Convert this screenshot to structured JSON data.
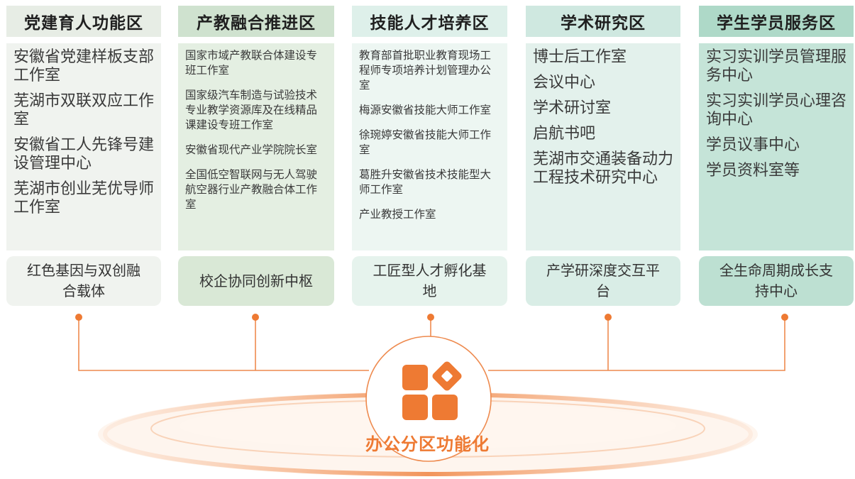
{
  "hub": {
    "title": "办公分区功能化",
    "accent": "#ee7a33"
  },
  "columns": [
    {
      "header": "党建育人功能区",
      "items": [
        "安徽省党建样板支部工作室",
        "芜湖市双联双应工作室",
        "安徽省工人先锋号建设管理中心",
        "芜湖市创业芜优导师工作室"
      ],
      "footer": "红色基因与双创融合载体"
    },
    {
      "header": "产教融合推进区",
      "items": [
        "国家市域产教联合体建设专班工作室",
        "国家级汽车制造与试验技术专业教学资源库及在线精品课建设专班工作室",
        "安徽省现代产业学院院长室",
        "全国低空智联网与无人驾驶航空器行业产教融合体工作室"
      ],
      "footer": "校企协同创新中枢"
    },
    {
      "header": "技能人才培养区",
      "items": [
        "教育部首批职业教育现场工程师专项培养计划管理办公室",
        "梅源安徽省技能大师工作室",
        "徐琬婷安徽省技能大师工作室",
        "葛胜升安徽省技术技能型大师工作室",
        "产业教授工作室"
      ],
      "footer": "工匠型人才孵化基地"
    },
    {
      "header": "学术研究区",
      "items": [
        "博士后工作室",
        "会议中心",
        "学术研讨室",
        "启航书吧",
        "芜湖市交通装备动力工程技术研究中心"
      ],
      "footer": "产学研深度交互平台"
    },
    {
      "header": "学生学员服务区",
      "items": [
        "实习实训学员管理服务中心",
        "实习实训学员心理咨询中心",
        "学员议事中心",
        "学员资料室等"
      ],
      "footer": "全生命周期成长支持中心"
    }
  ]
}
